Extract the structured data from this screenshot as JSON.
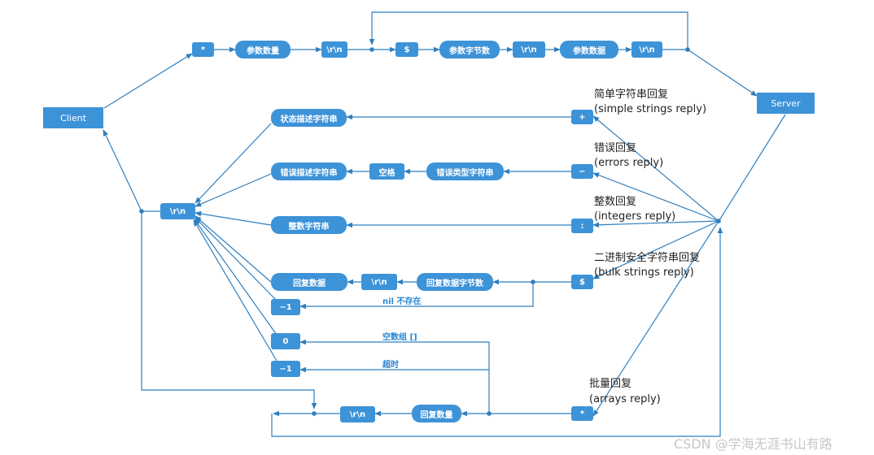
{
  "nodes": {
    "client": "Client",
    "server": "Server",
    "req_star": "*",
    "req_param_count": "参数数量",
    "req_crlf1": "\\r\\n",
    "req_dollar": "$",
    "req_param_bytes": "参数字节数",
    "req_crlf2": "\\r\\n",
    "req_param_data": "参数数据",
    "req_crlf3": "\\r\\n",
    "type_plus": "+",
    "type_minus": "−",
    "type_colon": ":",
    "type_dollar": "$",
    "type_star": "*",
    "status_string": "状态描述字符串",
    "error_desc_string": "错误描述字符串",
    "space": "空格",
    "error_type_string": "错误类型字符串",
    "integer_string": "整数字符串",
    "reply_data": "回复数据",
    "bulk_crlf": "\\r\\n",
    "reply_data_bytes": "回复数据字节数",
    "nil_minus_one": "−1",
    "empty_zero": "0",
    "timeout_minus_one": "−1",
    "array_crlf": "\\r\\n",
    "reply_count": "回复数量",
    "main_crlf": "\\r\\n"
  },
  "labels": {
    "simple_cn": "简单字符串回复",
    "simple_en": "(simple strings reply)",
    "errors_cn": "错误回复",
    "errors_en": "(errors reply)",
    "integers_cn": "整数回复",
    "integers_en": "(integers reply)",
    "bulk_cn": "二进制安全字符串回复",
    "bulk_en": "(bulk strings reply)",
    "arrays_cn": "批量回复",
    "arrays_en": "(arrays reply)"
  },
  "edge_labels": {
    "nil": "nil 不存在",
    "empty_array": "空数组 []",
    "timeout": "超时"
  },
  "watermark": "CSDN @学海无涯书山有路",
  "colors": {
    "node": "#3d93d8",
    "edge": "#2f7fbf",
    "edge_label": "#2a86d0"
  }
}
